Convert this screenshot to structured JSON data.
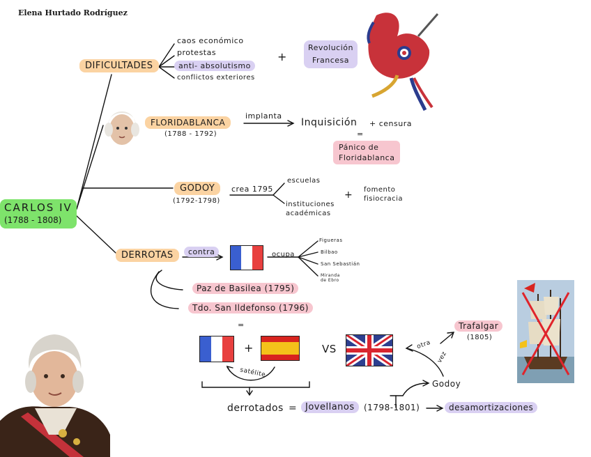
{
  "author": "Elena Hurtado Rodríguez",
  "central": {
    "name": "CARLOS IV",
    "dates": "(1788 - 1808)"
  },
  "dificultades": {
    "label": "DIFICULTADES",
    "items": [
      "caos económico",
      "protestas",
      "anti- absolutismo",
      "conflictos exteriores"
    ],
    "plus": "+",
    "revolucion": [
      "Revolución",
      "Francesa"
    ]
  },
  "floridablanca": {
    "label": "FLORIDABLANCA",
    "dates": "(1788 - 1792)",
    "verb": "implanta",
    "inquisicion": "Inquisición",
    "censura": "+ censura",
    "equals": "=",
    "panico": [
      "Pánico de",
      "Floridablanca"
    ]
  },
  "godoy": {
    "label": "GODOY",
    "dates": "(1792-1798)",
    "verb": "crea 1795",
    "escuelas": "escuelas",
    "instituciones": [
      "instituciones",
      "académicas"
    ],
    "plus": "+",
    "fomento": [
      "fomento",
      "fisiocracia"
    ]
  },
  "derrotas": {
    "label": "DERROTAS",
    "contra": "contra",
    "ocupa": "ocupa",
    "places": [
      "Figueras",
      "Bilbao",
      "San Sebastián",
      "Miranda de Ebro"
    ],
    "paz": "Paz de Basilea (1795)",
    "tdo": "Tdo. San Ildefonso (1796)",
    "equals": "=",
    "plus": "+",
    "satelite": "satélite",
    "vs": "VS",
    "derrotados": "derrotados",
    "eq2": "=",
    "jovellanos": "Jovellanos",
    "jov_dates": "(1798-1801)",
    "desamort": "desamortizaciones",
    "godoy_again": "Godoy",
    "otra_vez": [
      "otra",
      "vez"
    ],
    "trafalgar": "Trafalgar",
    "traf_year": "(1805)"
  },
  "colors": {
    "orange": "#fbd3a2",
    "lilac": "#d9d0f2",
    "pink": "#f7c6cf",
    "green": "#7ee36b",
    "france_blue": "#3a5fd0",
    "france_red": "#e8403f",
    "spain_red": "#d8241f",
    "spain_yellow": "#f4c21a",
    "uk_blue": "#2d3f8f",
    "uk_red": "#d9252f"
  },
  "icons": [
    "revolution-cap-icon",
    "floridablanca-portrait",
    "carlos-iv-portrait",
    "france-flag-icon",
    "spain-flag-icon",
    "uk-flag-icon",
    "trafalgar-ship-icon"
  ]
}
